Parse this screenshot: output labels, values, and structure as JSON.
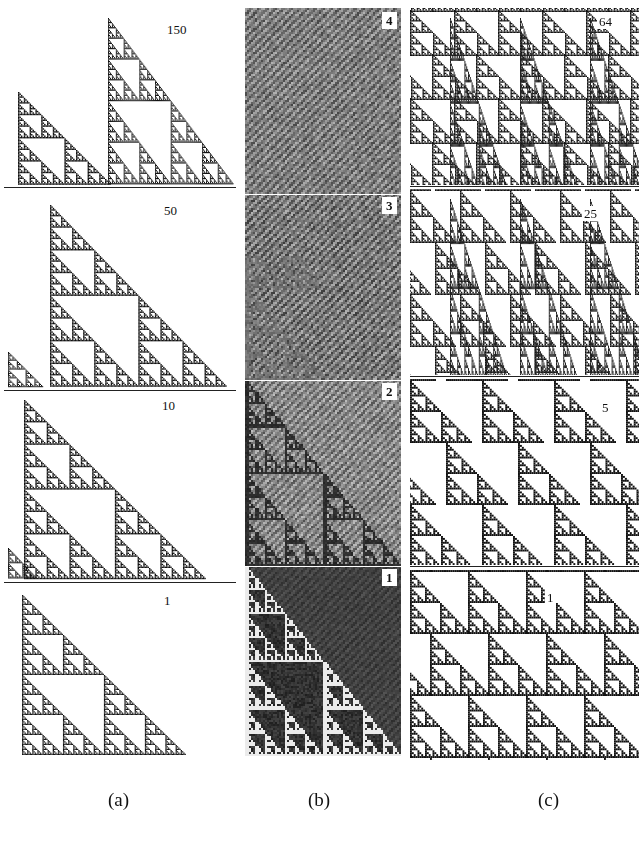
{
  "diagram": {
    "labels": [
      "150",
      "4",
      "64",
      "50",
      "3",
      "25",
      "10",
      "2",
      "5",
      "1",
      "1",
      "1",
      "(a)",
      "(b)",
      "(c)"
    ]
  }
}
